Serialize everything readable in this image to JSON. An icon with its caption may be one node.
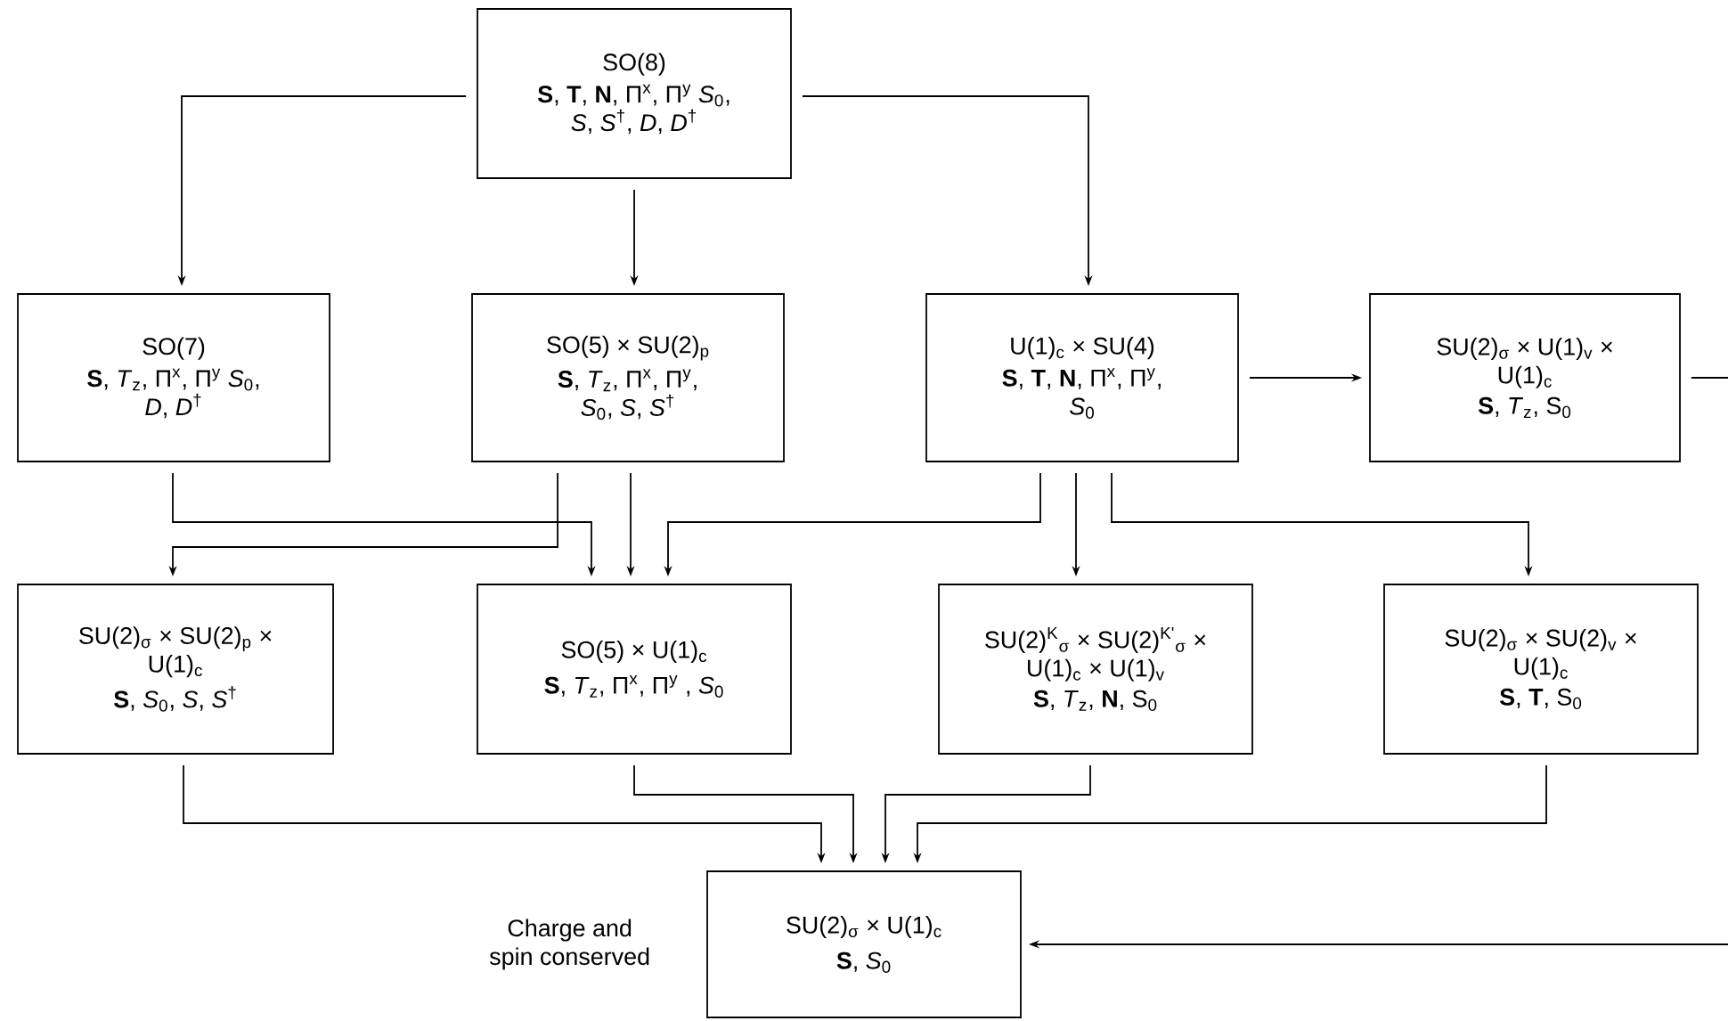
{
  "diagram": {
    "nodes": [
      {
        "text": [
          "SO(8)",
          "**S**, **T**, **N**, Π$^{x}$, Π$^{y}$ *S*$_{0}$, *S*, *S*$^{†}$, *D*, *D*$^{†}$"
        ]
      },
      {
        "text": [
          "SO(7)",
          "**S**, *T*$_{z}$, Π$^{x}$, Π$^{y}$ *S*$_{0}$, *D*, *D*$^{†}$"
        ]
      },
      {
        "text": [
          "SO(5) × SU(2)$_{p}$",
          "**S**, *T*$_{z}$, Π$^{x}$, Π$^{y}$, *S*$_{0}$, *S*, *S*$^{†}$"
        ]
      },
      {
        "text": [
          "U(1)$_{c}$ × SU(4)",
          "**S**, **T**, **N**, Π$^{x}$, Π$^{y}$, *S*$_{0}$"
        ]
      },
      {
        "text": [
          "SU(2)$_{σ}$ × U(1)$_{v}$ × U(1)$_{c}$",
          "**S**, *T*$_{z}$, S$_{0}$"
        ]
      },
      {
        "text": [
          "SU(2)$_{σ}$ × SU(2)$_{p}$ × U(1)$_{c}$",
          "**S**, *S*$_{0}$, *S*, *S*$^{†}$"
        ]
      },
      {
        "text": [
          "SO(5) × U(1)$_{c}$",
          "**S**, *T*$_{z}$, Π$^{x}$, Π$^{y}$ , *S*$_{0}$"
        ]
      },
      {
        "text": [
          "SU(2)$^{K}$$_{σ}$ × SU(2)$^{K'}$$_{σ}$ × U(1)$_{c}$ × U(1)$_{v}$",
          "**S**, *T*$_{z}$, **N**, S$_{0}$"
        ]
      },
      {
        "text": [
          "SU(2)$_{σ}$ × SU(2)$_{v}$ × U(1)$_{c}$",
          "**S**, **T**, S$_{0}$"
        ]
      },
      {
        "text": [
          "SU(2)$_{σ}$ × U(1)$_{c}$",
          "**S**, *S*$_{0}$"
        ],
        "beside": [
          "Charge and spin conserved"
        ]
      }
    ],
    "edges": [
      {
        "from": 0,
        "to": 1,
        "arrow": "to"
      },
      {
        "from": 0,
        "to": 2,
        "arrow": "to"
      },
      {
        "from": 0,
        "to": 3,
        "arrow": "to"
      },
      {
        "from": 3,
        "to": 4,
        "arrow": "to"
      },
      {
        "from": 1,
        "to": 6,
        "arrow": "to"
      },
      {
        "from": 2,
        "to": 5,
        "arrow": "to"
      },
      {
        "from": 2,
        "to": 6,
        "arrow": "to"
      },
      {
        "from": 3,
        "to": 6,
        "arrow": "to"
      },
      {
        "from": 3,
        "to": 7,
        "arrow": "to"
      },
      {
        "from": 3,
        "to": 8,
        "arrow": "to"
      },
      {
        "from": 5,
        "to": 9,
        "arrow": "to"
      },
      {
        "from": 6,
        "to": 9,
        "arrow": "to"
      },
      {
        "from": 7,
        "to": 9,
        "arrow": "to"
      },
      {
        "from": 8,
        "to": 9,
        "arrow": "to"
      },
      {
        "from": 4,
        "to": 9,
        "arrow": "to"
      }
    ]
  }
}
